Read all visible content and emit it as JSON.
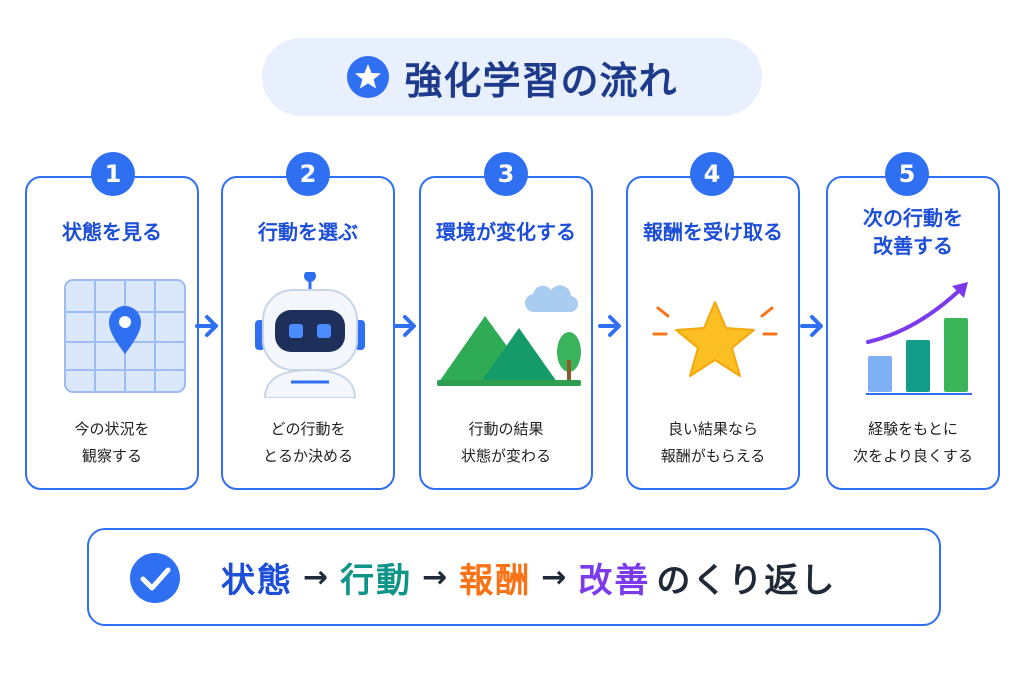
{
  "title": "強化学習の流れ",
  "steps": [
    {
      "number": "1",
      "title": "状態を見る",
      "desc": "今の状況を\n観察する"
    },
    {
      "number": "2",
      "title": "行動を選ぶ",
      "desc": "どの行動を\nとるか決める"
    },
    {
      "number": "3",
      "title": "環境が変化する",
      "desc": "行動の結果\n状態が変わる"
    },
    {
      "number": "4",
      "title": "報酬を受け取る",
      "desc": "良い結果なら\n報酬がもらえる"
    },
    {
      "number": "5",
      "title": "次の行動を\n改善する",
      "desc": "経験をもとに\n次をより良くする"
    }
  ],
  "summary": {
    "terms": [
      {
        "text": "状態",
        "color": "#1d4ed8"
      },
      {
        "text": "行動",
        "color": "#0f9488"
      },
      {
        "text": "報酬",
        "color": "#f97316"
      },
      {
        "text": "改善",
        "color": "#7c3aed"
      }
    ],
    "separator": "→",
    "suffix": "のくり返し"
  },
  "colors": {
    "accent": "#2f6ff2",
    "title_bg": "#e8f0fd",
    "title_text": "#1e3a8a"
  },
  "icons": {
    "title": "star-icon",
    "step1": "map-pin-icon",
    "step2": "robot-icon",
    "step3": "mountain-landscape-icon",
    "step4": "star-sparkle-icon",
    "step5": "growth-chart-icon",
    "summary": "check-circle-icon"
  }
}
